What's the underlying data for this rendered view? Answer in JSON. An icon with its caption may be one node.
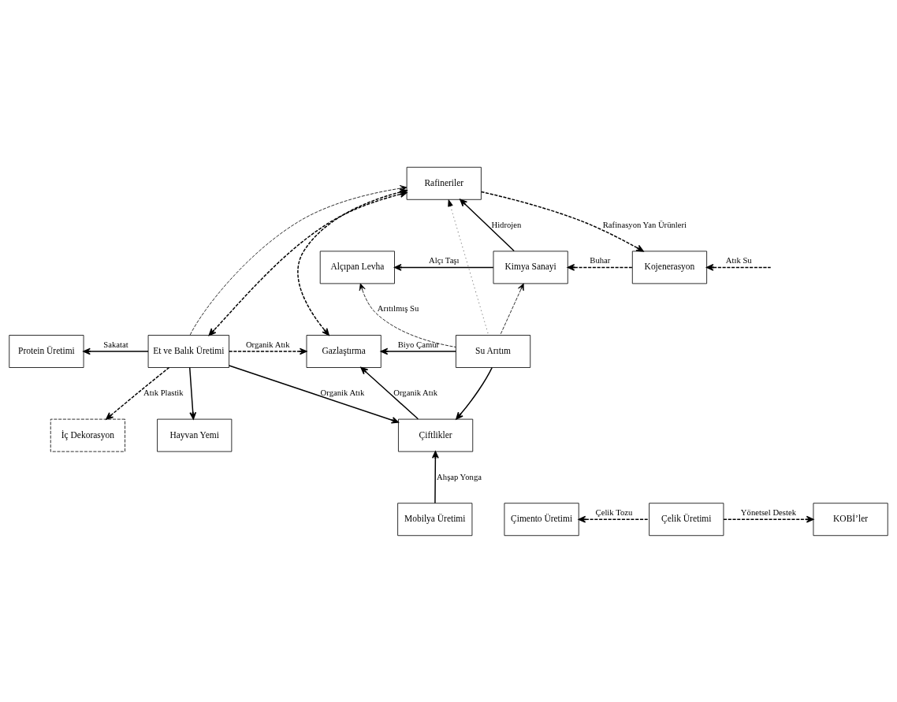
{
  "diagram": {
    "nodes": [
      {
        "text": [
          "Rafineriler"
        ]
      },
      {
        "text": [
          "Kojenerasyon"
        ]
      },
      {
        "text": [
          "Alçıpan Levha"
        ]
      },
      {
        "text": [
          "Kimya Sanayi"
        ]
      },
      {
        "text": [
          "Protein Üretimi"
        ]
      },
      {
        "text": [
          "Et ve Balık Üretimi"
        ]
      },
      {
        "text": [
          "Gazlaştırma"
        ]
      },
      {
        "text": [
          "Su Arıtım"
        ]
      },
      {
        "text": [
          "İç Dekorasyon"
        ]
      },
      {
        "text": [
          "Hayvan Yemi"
        ]
      },
      {
        "text": [
          "Çiftlikler"
        ]
      },
      {
        "text": [
          "Çimento Üretimi"
        ]
      },
      {
        "text": [
          "Çelik Üretimi"
        ]
      },
      {
        "text": [
          "KOBİ’ler"
        ]
      },
      {
        "text": [
          "Mobilya Üretimi"
        ]
      }
    ],
    "edges": [
      {
        "from": 0,
        "to": 1,
        "arrow": "to",
        "style": "dashed",
        "label": "Rafinasyon Yan Ürünleri"
      },
      {
        "from": 7,
        "to": 0,
        "arrow": "to",
        "style": "dashed"
      },
      {
        "from": null,
        "to": 1,
        "arrow": "to",
        "style": "dashed",
        "label": "Atık Su"
      },
      {
        "from": 1,
        "to": 3,
        "arrow": "to",
        "style": "dashed",
        "label": "Buhar"
      },
      {
        "from": 3,
        "to": 0,
        "arrow": "to",
        "label": "Hidrojen"
      },
      {
        "from": 3,
        "to": 2,
        "arrow": "to",
        "label": "Alçı Taşı"
      },
      {
        "from": 7,
        "to": 2,
        "arrow": "to",
        "style": "dashed",
        "label": "Arıtılmış Su"
      },
      {
        "from": 7,
        "to": 3,
        "arrow": "to",
        "style": "dashed"
      },
      {
        "from": 5,
        "to": 0,
        "arrow": "to",
        "style": "dashed"
      },
      {
        "from": 5,
        "to": 0,
        "arrow": "both",
        "style": "dashed"
      },
      {
        "from": 0,
        "to": 6,
        "arrow": "both",
        "style": "dashed"
      },
      {
        "from": 5,
        "to": 6,
        "arrow": "to",
        "style": "dashed",
        "label": "Organik Atık"
      },
      {
        "from": 5,
        "to": 4,
        "arrow": "to",
        "label": "Sakatat"
      },
      {
        "from": 5,
        "to": 8,
        "arrow": "to",
        "style": "dashed",
        "label": "Atık Plastik"
      },
      {
        "from": 5,
        "to": 9,
        "arrow": "to"
      },
      {
        "from": 5,
        "to": 10,
        "arrow": "to",
        "label": "Organik Atık"
      },
      {
        "from": 10,
        "to": 6,
        "arrow": "to",
        "label": "Organik Atık"
      },
      {
        "from": 7,
        "to": 6,
        "arrow": "to",
        "label": "Biyo Çamur"
      },
      {
        "from": 7,
        "to": 10,
        "arrow": "to"
      },
      {
        "from": 14,
        "to": 10,
        "arrow": "to",
        "label": "Ahşap Yonga"
      },
      {
        "from": 12,
        "to": 11,
        "arrow": "to",
        "style": "dashed",
        "label": "Çelik Tozu"
      },
      {
        "from": 12,
        "to": 13,
        "arrow": "to",
        "style": "dashed",
        "label": "Yönetsel Destek"
      }
    ]
  }
}
